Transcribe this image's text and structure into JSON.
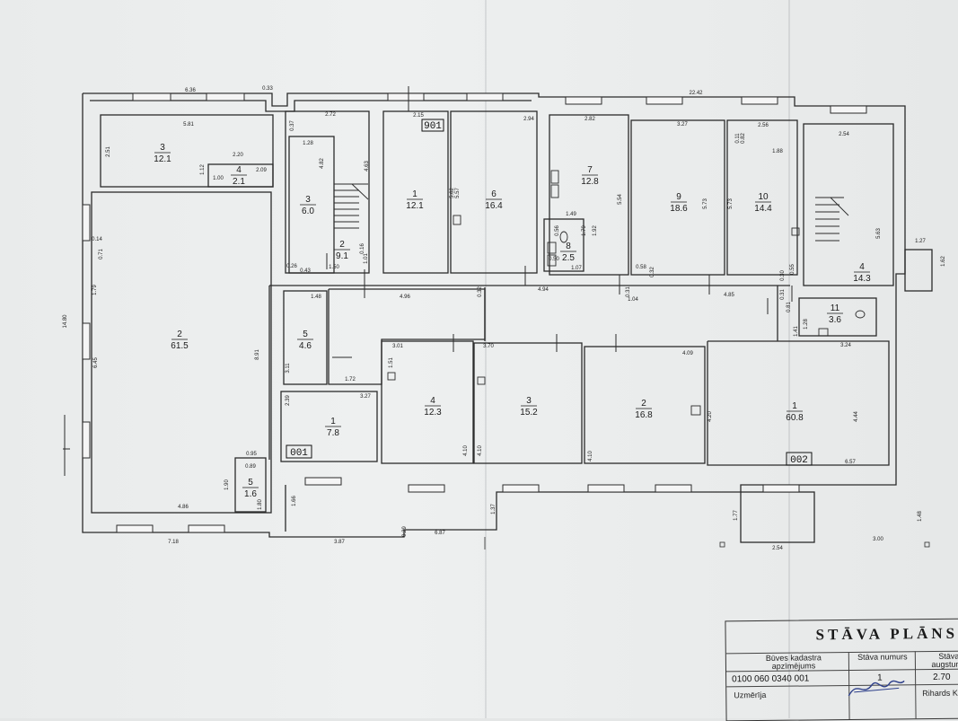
{
  "rooms": [
    {
      "id": "r-left-3",
      "num": "3",
      "area": "12.1"
    },
    {
      "id": "r-left-4",
      "num": "4",
      "area": "2.1"
    },
    {
      "id": "r-left-2",
      "num": "2",
      "area": "61.5"
    },
    {
      "id": "r-left-5",
      "num": "5",
      "area": "1.6"
    },
    {
      "id": "r-c-3",
      "num": "3",
      "area": "6.0"
    },
    {
      "id": "r-c-2",
      "num": "2",
      "area": "9.1"
    },
    {
      "id": "r-c-5",
      "num": "5",
      "area": "4.6"
    },
    {
      "id": "r-c-1",
      "num": "1",
      "area": "7.8"
    },
    {
      "id": "r-9-1",
      "num": "1",
      "area": "12.1"
    },
    {
      "id": "r-9-6",
      "num": "6",
      "area": "16.4"
    },
    {
      "id": "r-9-7",
      "num": "7",
      "area": "12.8"
    },
    {
      "id": "r-9-8",
      "num": "8",
      "area": "2.5"
    },
    {
      "id": "r-9-9",
      "num": "9",
      "area": "18.6"
    },
    {
      "id": "r-9-10",
      "num": "10",
      "area": "14.4"
    },
    {
      "id": "r-9-4",
      "num": "4",
      "area": "14.3"
    },
    {
      "id": "r-9-11",
      "num": "11",
      "area": "3.6"
    },
    {
      "id": "r-1-4",
      "num": "4",
      "area": "12.3"
    },
    {
      "id": "r-1-3",
      "num": "3",
      "area": "15.2"
    },
    {
      "id": "r-1-2",
      "num": "2",
      "area": "16.8"
    },
    {
      "id": "r-2-1",
      "num": "1",
      "area": "60.8"
    }
  ],
  "unit_labels": [
    "901",
    "001",
    "002"
  ],
  "dimensions": [
    "6.36",
    "0.33",
    "22.42",
    "5.81",
    "2.72",
    "2.15",
    "2.94",
    "2.82",
    "3.27",
    "2.56",
    "2.54",
    "2.51",
    "2.20",
    "1.12",
    "1.00",
    "2.09",
    "0.37",
    "1.28",
    "4.82",
    "4.63",
    "5.62",
    "5.57",
    "5.54",
    "5.73",
    "5.73",
    "5.63",
    "0.14",
    "0.71",
    "1.79",
    "14.80",
    "6.45",
    "8.91",
    "1.49",
    "0.56",
    "1.79",
    "1.92",
    "0.50",
    "1.07",
    "0.58",
    "0.32",
    "0.55",
    "0.30",
    "1.88",
    "0.11",
    "0.82",
    "1.27",
    "1.62",
    "0.26",
    "0.43",
    "0.16",
    "1.50",
    "1.01",
    "1.48",
    "4.96",
    "0.32",
    "4.94",
    "1.04",
    "0.31",
    "4.85",
    "0.31",
    "0.81",
    "1.41",
    "1.28",
    "3.11",
    "1.72",
    "1.51",
    "3.01",
    "3.70",
    "4.09",
    "3.24",
    "2.39",
    "3.27",
    "4.10",
    "4.10",
    "4.10",
    "4.20",
    "4.44",
    "0.95",
    "0.89",
    "1.90",
    "1.80",
    "4.86",
    "7.18",
    "1.66",
    "3.87",
    "0.29",
    "6.87",
    "1.37",
    "1.77",
    "2.54",
    "3.00",
    "1.48",
    "6.57"
  ],
  "stamp": {
    "title": "STĀVA PLĀNS",
    "col1_header": "Būves kadastra apzīmējums",
    "col2_header": "Stāva numurs",
    "col3_header": "Stāva augstums",
    "cadastre": "0100 060 0340 001",
    "floor_number": "1",
    "floor_height": "2.70",
    "measured_label": "Uzmērīja",
    "measured_by": "Rihards Kudors"
  }
}
